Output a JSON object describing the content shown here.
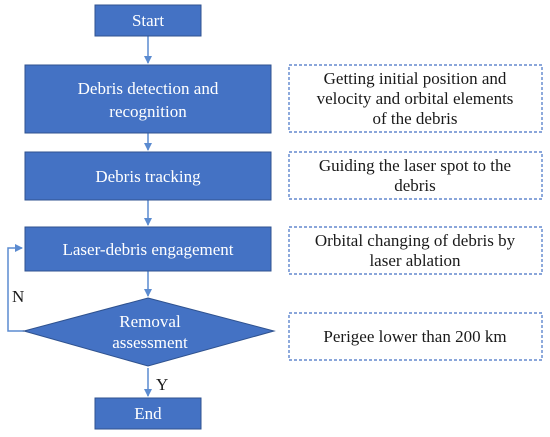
{
  "colors": {
    "process_fill": "#4472c4",
    "process_stroke": "#2f528f",
    "arrow": "#5b8bd0",
    "note_border": "#4472c4",
    "note_text": "#1a1a1a"
  },
  "nodes": {
    "start": {
      "label": "Start"
    },
    "detection": {
      "lines": [
        "Debris detection and",
        "recognition"
      ]
    },
    "tracking": {
      "label": "Debris tracking"
    },
    "engagement": {
      "label": "Laser-debris engagement"
    },
    "assessment": {
      "lines": [
        "Removal",
        "assessment"
      ]
    },
    "end": {
      "label": "End"
    }
  },
  "notes": {
    "detection": {
      "lines": [
        "Getting initial position and",
        "velocity and orbital elements",
        "of the debris"
      ]
    },
    "tracking": {
      "lines": [
        "Guiding the laser spot to the",
        "debris"
      ]
    },
    "engagement": {
      "lines": [
        "Orbital changing of debris by",
        "laser ablation"
      ]
    },
    "assessment": {
      "lines": [
        "Perigee lower than 200 km"
      ]
    }
  },
  "branches": {
    "no": "N",
    "yes": "Y"
  }
}
